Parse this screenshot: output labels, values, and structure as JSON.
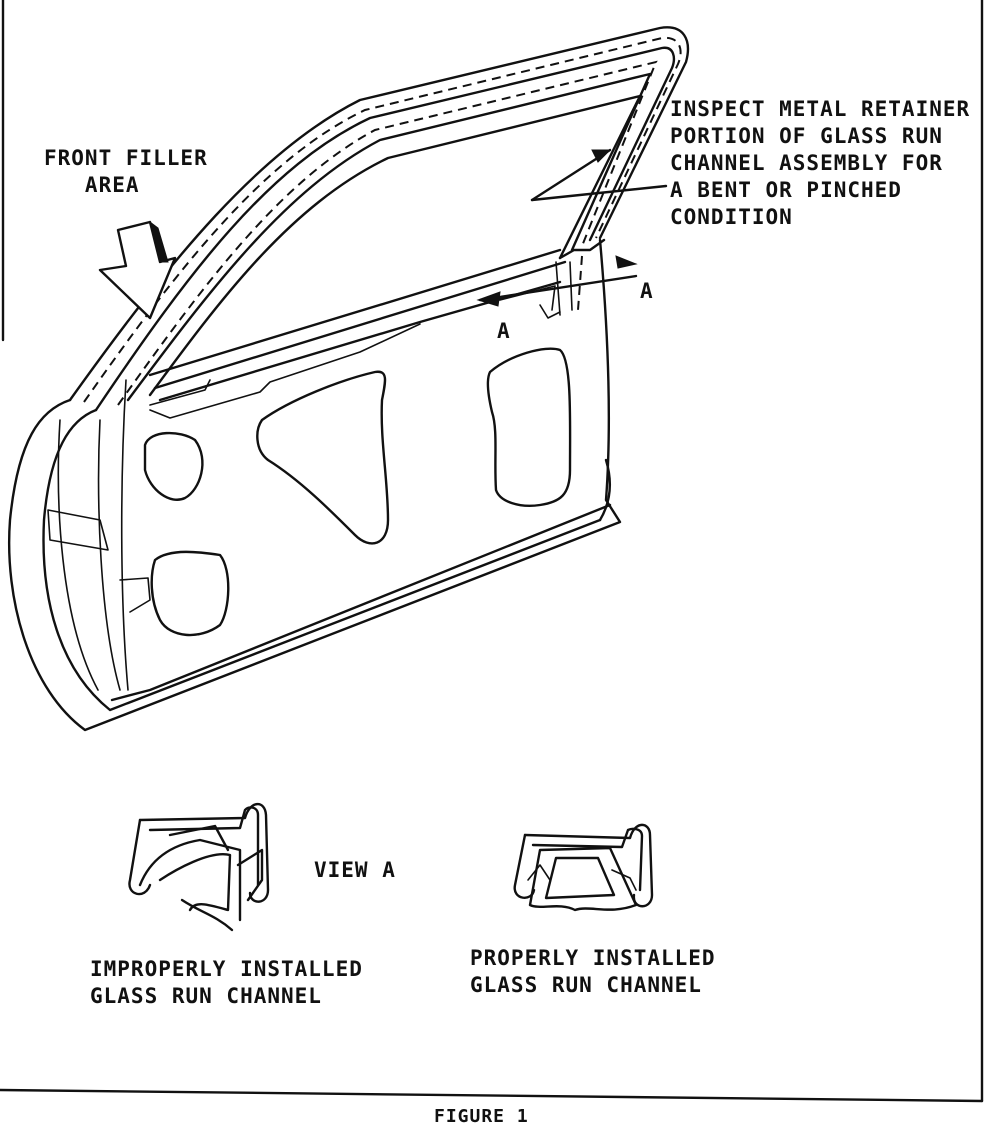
{
  "labels": {
    "front_filler": "FRONT FILLER\n   AREA",
    "inspect_note": "INSPECT METAL RETAINER\nPORTION OF GLASS RUN\nCHANNEL ASSEMBLY FOR\nA BENT OR PINCHED\nCONDITION",
    "callout_a_lower": "A",
    "callout_a_right": "A",
    "view_a": "VIEW A",
    "improper": "IMPROPERLY INSTALLED\nGLASS RUN CHANNEL",
    "proper": "PROPERLY INSTALLED\nGLASS RUN CHANNEL",
    "caption": "FIGURE 1"
  },
  "icons": [
    "arrow-down-icon",
    "leader-arrow-icon"
  ],
  "colors": {
    "ink": "#111111",
    "paper": "#ffffff"
  }
}
